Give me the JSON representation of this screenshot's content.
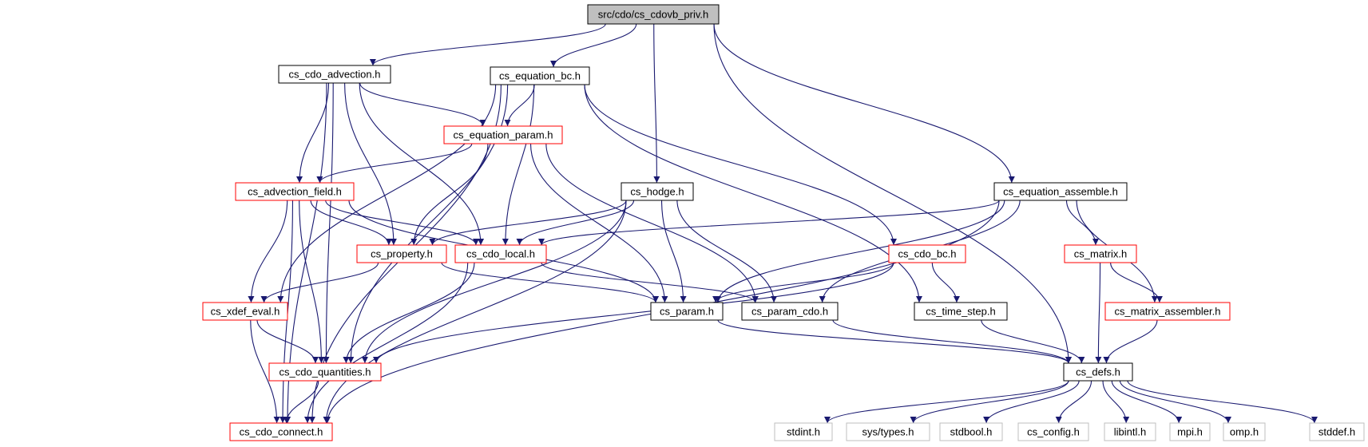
{
  "colors": {
    "edge": "#191970",
    "border_black": "#000000",
    "border_red": "#ff0000",
    "border_gray": "#bfbfbf",
    "root_fill": "#bfbfbf",
    "text": "#000000"
  },
  "nodes": [
    {
      "id": "root",
      "label": "src/cdo/cs_cdovb_priv.h",
      "style": "root"
    },
    {
      "id": "adv",
      "label": "cs_cdo_advection.h",
      "style": "black"
    },
    {
      "id": "eqbc",
      "label": "cs_equation_bc.h",
      "style": "black"
    },
    {
      "id": "eqparam",
      "label": "cs_equation_param.h",
      "style": "red"
    },
    {
      "id": "advfield",
      "label": "cs_advection_field.h",
      "style": "red"
    },
    {
      "id": "hodge",
      "label": "cs_hodge.h",
      "style": "black"
    },
    {
      "id": "eqassemble",
      "label": "cs_equation_assemble.h",
      "style": "black"
    },
    {
      "id": "property",
      "label": "cs_property.h",
      "style": "red"
    },
    {
      "id": "cdolocal",
      "label": "cs_cdo_local.h",
      "style": "red"
    },
    {
      "id": "cdobc",
      "label": "cs_cdo_bc.h",
      "style": "red"
    },
    {
      "id": "matrix",
      "label": "cs_matrix.h",
      "style": "red"
    },
    {
      "id": "xdef",
      "label": "cs_xdef_eval.h",
      "style": "red"
    },
    {
      "id": "param",
      "label": "cs_param.h",
      "style": "black"
    },
    {
      "id": "paramcdo",
      "label": "cs_param_cdo.h",
      "style": "black"
    },
    {
      "id": "timestep",
      "label": "cs_time_step.h",
      "style": "black"
    },
    {
      "id": "matassembler",
      "label": "cs_matrix_assembler.h",
      "style": "red"
    },
    {
      "id": "quant",
      "label": "cs_cdo_quantities.h",
      "style": "red"
    },
    {
      "id": "defs",
      "label": "cs_defs.h",
      "style": "black"
    },
    {
      "id": "connect",
      "label": "cs_cdo_connect.h",
      "style": "red"
    },
    {
      "id": "stdint",
      "label": "stdint.h",
      "style": "gray"
    },
    {
      "id": "systypes",
      "label": "sys/types.h",
      "style": "gray"
    },
    {
      "id": "stdbool",
      "label": "stdbool.h",
      "style": "gray"
    },
    {
      "id": "csconfig",
      "label": "cs_config.h",
      "style": "gray"
    },
    {
      "id": "libintl",
      "label": "libintl.h",
      "style": "gray"
    },
    {
      "id": "mpi",
      "label": "mpi.h",
      "style": "gray"
    },
    {
      "id": "omp",
      "label": "omp.h",
      "style": "gray"
    },
    {
      "id": "stddef",
      "label": "stddef.h",
      "style": "gray"
    }
  ],
  "edges": [
    [
      "root",
      "adv"
    ],
    [
      "root",
      "eqbc"
    ],
    [
      "root",
      "hodge"
    ],
    [
      "root",
      "eqassemble"
    ],
    [
      "root",
      "defs"
    ],
    [
      "adv",
      "eqparam"
    ],
    [
      "adv",
      "advfield"
    ],
    [
      "adv",
      "property"
    ],
    [
      "adv",
      "cdolocal"
    ],
    [
      "adv",
      "quant"
    ],
    [
      "adv",
      "connect"
    ],
    [
      "eqbc",
      "eqparam"
    ],
    [
      "eqbc",
      "cdolocal"
    ],
    [
      "eqbc",
      "xdef"
    ],
    [
      "eqbc",
      "cdobc"
    ],
    [
      "eqbc",
      "timestep"
    ],
    [
      "eqbc",
      "quant"
    ],
    [
      "eqbc",
      "connect"
    ],
    [
      "eqparam",
      "advfield"
    ],
    [
      "eqparam",
      "property"
    ],
    [
      "eqparam",
      "param"
    ],
    [
      "eqparam",
      "paramcdo"
    ],
    [
      "advfield",
      "property"
    ],
    [
      "advfield",
      "cdolocal"
    ],
    [
      "advfield",
      "xdef"
    ],
    [
      "advfield",
      "param"
    ],
    [
      "advfield",
      "quant"
    ],
    [
      "advfield",
      "connect"
    ],
    [
      "hodge",
      "property"
    ],
    [
      "hodge",
      "cdolocal"
    ],
    [
      "hodge",
      "param"
    ],
    [
      "hodge",
      "paramcdo"
    ],
    [
      "hodge",
      "quant"
    ],
    [
      "hodge",
      "connect"
    ],
    [
      "eqassemble",
      "cdolocal"
    ],
    [
      "eqassemble",
      "param"
    ],
    [
      "eqassemble",
      "paramcdo"
    ],
    [
      "eqassemble",
      "matrix"
    ],
    [
      "eqassemble",
      "matassembler"
    ],
    [
      "eqassemble",
      "connect"
    ],
    [
      "property",
      "xdef"
    ],
    [
      "property",
      "param"
    ],
    [
      "cdolocal",
      "paramcdo"
    ],
    [
      "cdolocal",
      "quant"
    ],
    [
      "cdolocal",
      "connect"
    ],
    [
      "cdobc",
      "param"
    ],
    [
      "cdobc",
      "timestep"
    ],
    [
      "cdobc",
      "quant"
    ],
    [
      "matrix",
      "matassembler"
    ],
    [
      "matrix",
      "defs"
    ],
    [
      "xdef",
      "quant"
    ],
    [
      "xdef",
      "connect"
    ],
    [
      "param",
      "defs"
    ],
    [
      "paramcdo",
      "defs"
    ],
    [
      "timestep",
      "defs"
    ],
    [
      "matassembler",
      "defs"
    ],
    [
      "quant",
      "connect"
    ],
    [
      "defs",
      "stdint"
    ],
    [
      "defs",
      "systypes"
    ],
    [
      "defs",
      "stdbool"
    ],
    [
      "defs",
      "csconfig"
    ],
    [
      "defs",
      "libintl"
    ],
    [
      "defs",
      "mpi"
    ],
    [
      "defs",
      "omp"
    ],
    [
      "defs",
      "stddef"
    ]
  ]
}
